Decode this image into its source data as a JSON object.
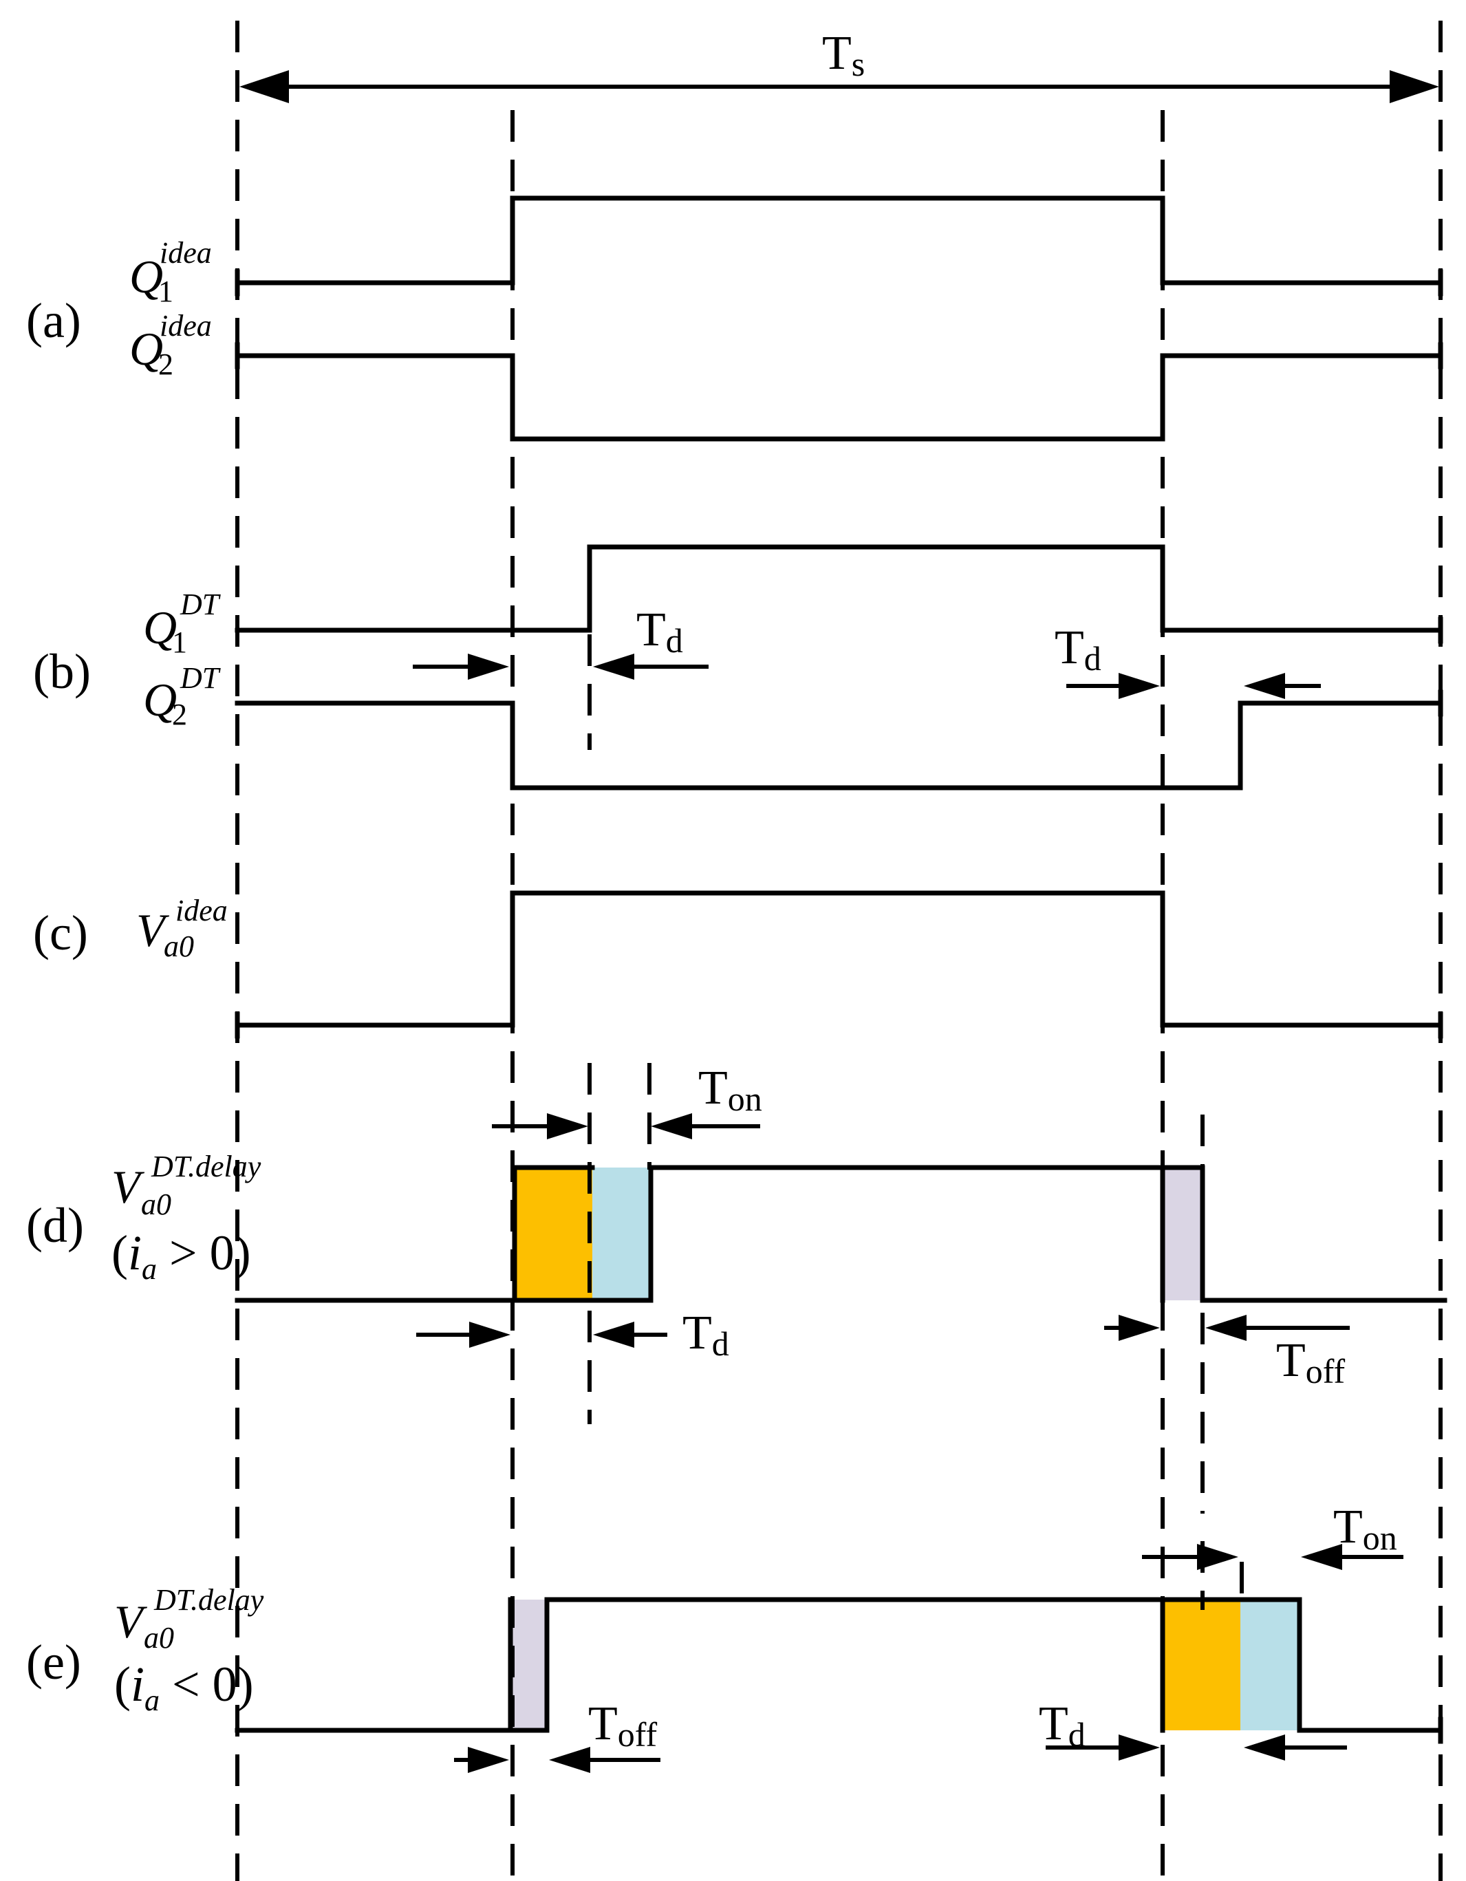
{
  "period_label": {
    "main": "T",
    "sub": "s"
  },
  "rows": {
    "a": {
      "tag": "(a)",
      "signal1": {
        "sym": "Q",
        "sub": "1",
        "sup": "idea"
      },
      "signal2": {
        "sym": "Q",
        "sub": "2",
        "sup": "idea"
      }
    },
    "b": {
      "tag": "(b)",
      "signal1": {
        "sym": "Q",
        "sub": "1",
        "sup": "DT"
      },
      "signal2": {
        "sym": "Q",
        "sub": "2",
        "sup": "DT"
      },
      "td_left": {
        "main": "T",
        "sub": "d"
      },
      "td_right": {
        "main": "T",
        "sub": "d"
      }
    },
    "c": {
      "tag": "(c)",
      "signal": {
        "sym": "V",
        "sub": "a0",
        "sup": "idea"
      }
    },
    "d": {
      "tag": "(d)",
      "signal": {
        "sym": "V",
        "sub": "a0",
        "sup": "DT.delay"
      },
      "cond": {
        "open": "(",
        "var": "i",
        "varsub": "a",
        "rel": " > 0)"
      },
      "ton": {
        "main": "T",
        "sub": "on"
      },
      "td": {
        "main": "T",
        "sub": "d"
      },
      "toff": {
        "main": "T",
        "sub": "off"
      }
    },
    "e": {
      "tag": "(e)",
      "signal": {
        "sym": "V",
        "sub": "a0",
        "sup": "DT.delay"
      },
      "cond": {
        "open": "(",
        "var": "i",
        "varsub": "a",
        "rel": " < 0)"
      },
      "ton": {
        "main": "T",
        "sub": "on"
      },
      "td": {
        "main": "T",
        "sub": "d"
      },
      "toff": {
        "main": "T",
        "sub": "off"
      }
    }
  },
  "colors": {
    "line": "#000000",
    "deadtime_fill": "#FDBF00",
    "turn_on_fill": "#B8DFE8",
    "turn_off_fill": "#DAD5E4"
  }
}
